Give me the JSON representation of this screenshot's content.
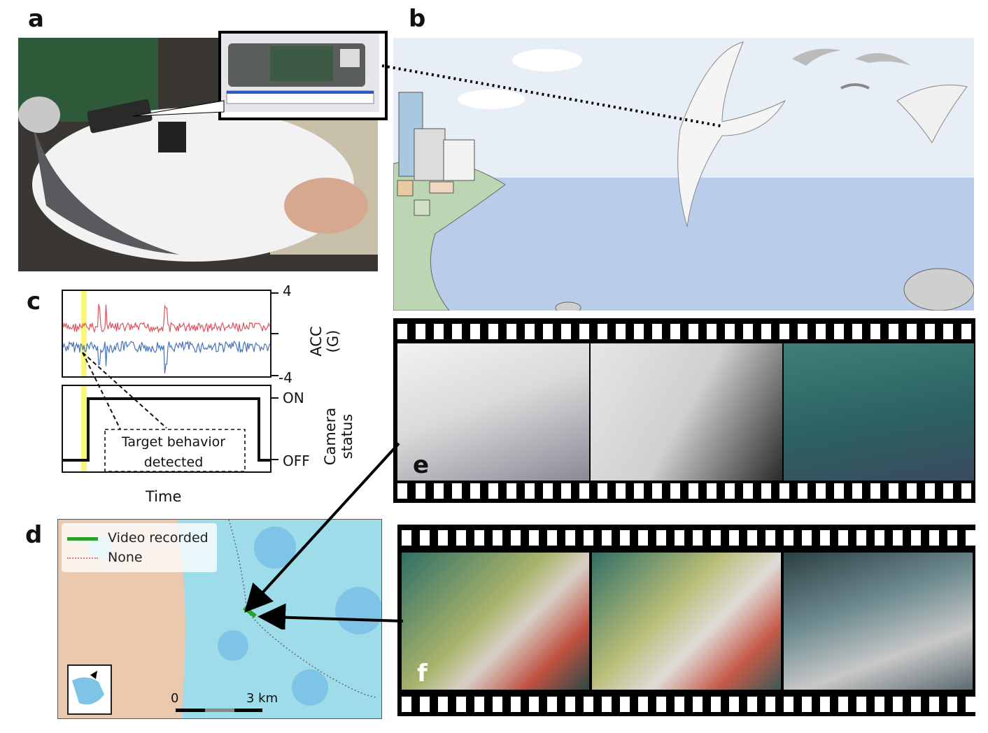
{
  "panels": {
    "a": "a",
    "b": "b",
    "c": "c",
    "d": "d",
    "e": "e",
    "f": "f"
  },
  "plot_c": {
    "acc": {
      "ymax": "4",
      "ymin": "-4",
      "label_line1": "ACC",
      "label_line2": "(G)"
    },
    "camera": {
      "on": "ON",
      "off": "OFF",
      "label_line1": "Camera",
      "label_line2": "status"
    },
    "annotation_line1": "Target behavior",
    "annotation_line2": "detected",
    "xlabel": "Time"
  },
  "map_d": {
    "legend": [
      {
        "label": "Video recorded",
        "color": "#2ca02c"
      },
      {
        "label": "None",
        "color": "#d08080"
      }
    ],
    "scale": {
      "start": "0",
      "end": "3 km"
    }
  },
  "colors": {
    "acc_red": "#d9545f",
    "acc_blue": "#4a72b8",
    "highlight": "#f7f77a"
  }
}
